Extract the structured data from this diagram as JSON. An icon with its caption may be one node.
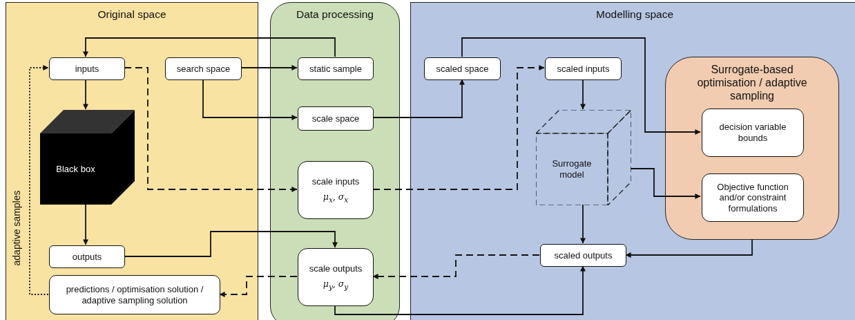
{
  "diagram": {
    "nodes": [
      {
        "text": [
          "Original space"
        ]
      },
      {
        "text": [
          "inputs"
        ],
        "in": 0
      },
      {
        "text": [
          "search space"
        ],
        "in": 0
      },
      {
        "text": [
          "Black box"
        ],
        "in": 0
      },
      {
        "text": [
          "outputs"
        ],
        "in": 0
      },
      {
        "text": [
          "predictions / optimisation solution / adaptive sampling solution"
        ],
        "in": 0
      },
      {
        "text": [
          "Data processing"
        ]
      },
      {
        "text": [
          "static sample"
        ],
        "in": 6
      },
      {
        "text": [
          "scale space"
        ],
        "in": 6
      },
      {
        "text": [
          "scale inputs",
          "μ$_{x}$, σ$_{x}$"
        ],
        "in": 6
      },
      {
        "text": [
          "scale outputs",
          "μ$_{y}$, σ$_{y}$"
        ],
        "in": 6
      },
      {
        "text": [
          "Modelling space"
        ]
      },
      {
        "text": [
          "scaled space"
        ],
        "in": 11
      },
      {
        "text": [
          "scaled inputs"
        ],
        "in": 11
      },
      {
        "text": [
          "Surrogate model"
        ],
        "in": 11
      },
      {
        "text": [
          "Surrogate-based optimisation / adaptive sampling"
        ],
        "in": 11
      },
      {
        "text": [
          "decision variable bounds"
        ],
        "in": 15
      },
      {
        "text": [
          "Objective function and/or constraint formulations"
        ],
        "in": 15
      },
      {
        "text": [
          "scaled outputs"
        ],
        "in": 11
      }
    ],
    "edges": [
      {
        "from": 7,
        "to": 1,
        "arrow": "to"
      },
      {
        "from": 1,
        "to": 3,
        "arrow": "to"
      },
      {
        "from": 2,
        "to": 7,
        "arrow": "to"
      },
      {
        "from": 2,
        "to": 8,
        "arrow": "to"
      },
      {
        "from": 1,
        "to": 9,
        "arrow": "to",
        "style": "dashed"
      },
      {
        "from": 9,
        "to": 13,
        "arrow": "to",
        "style": "dashed"
      },
      {
        "from": 8,
        "to": 12,
        "arrow": "to"
      },
      {
        "from": 12,
        "to": 16,
        "arrow": "to"
      },
      {
        "from": 13,
        "to": 14,
        "arrow": "to"
      },
      {
        "from": 14,
        "to": 17,
        "arrow": "to"
      },
      {
        "from": 14,
        "to": 18,
        "arrow": "to"
      },
      {
        "from": 15,
        "to": 18,
        "arrow": "to"
      },
      {
        "from": 4,
        "to": 10,
        "arrow": "to"
      },
      {
        "from": 10,
        "to": 18,
        "arrow": "to"
      },
      {
        "from": 18,
        "to": 10,
        "arrow": "to",
        "style": "dashed"
      },
      {
        "from": 10,
        "to": 5,
        "arrow": "to",
        "style": "dashed"
      },
      {
        "from": 5,
        "to": 1,
        "arrow": "to",
        "style": "dashed",
        "label": "adaptive samples"
      },
      {
        "from": 3,
        "to": 4,
        "arrow": "to"
      }
    ]
  }
}
